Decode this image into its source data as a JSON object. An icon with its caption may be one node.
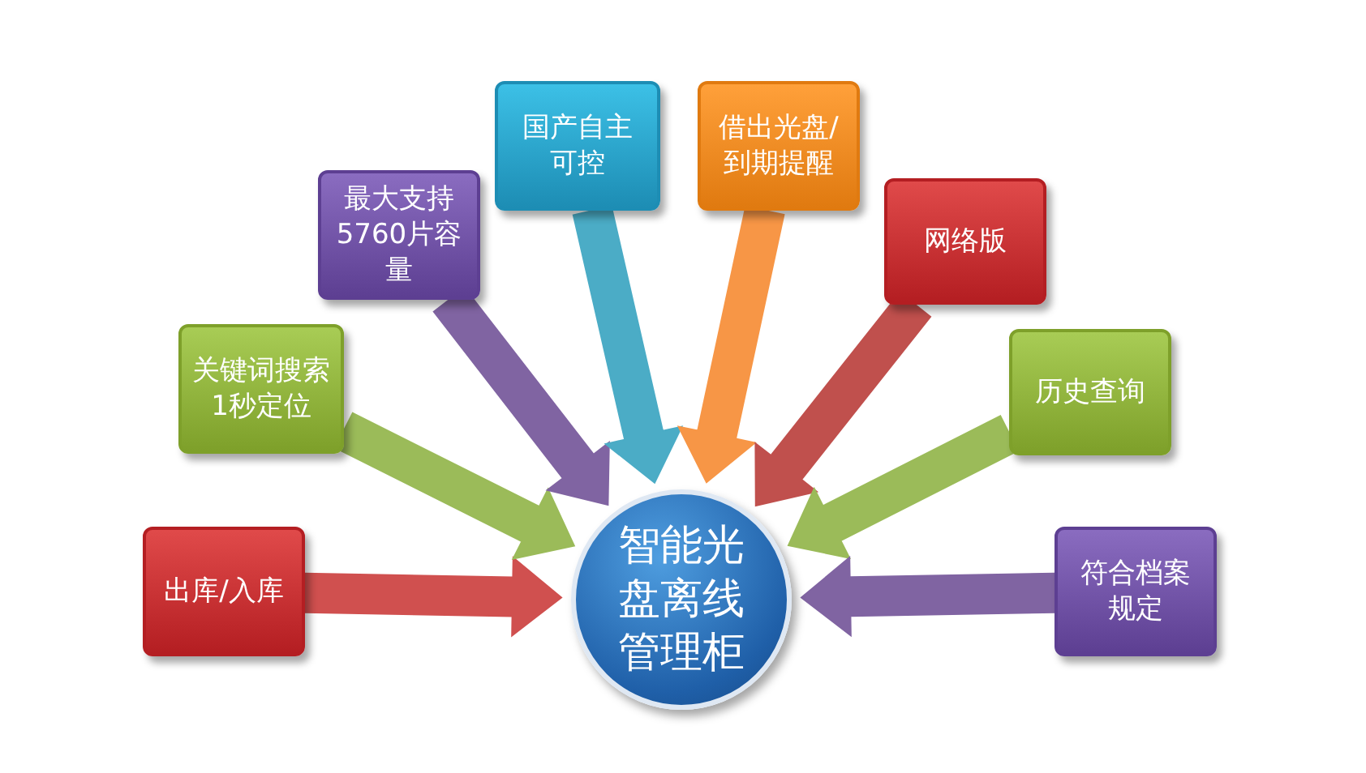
{
  "diagram": {
    "nodes": [
      {
        "text": [
          "智能光盘离线管理柜"
        ]
      },
      {
        "text": [
          "出库/入库"
        ]
      },
      {
        "text": [
          "关键词搜索",
          "1秒定位"
        ]
      },
      {
        "text": [
          "最大支持5760片容量"
        ]
      },
      {
        "text": [
          "国产自主可控"
        ]
      },
      {
        "text": [
          "借出光盘/到期提醒"
        ]
      },
      {
        "text": [
          "网络版"
        ]
      },
      {
        "text": [
          "历史查询"
        ]
      },
      {
        "text": [
          "符合档案规定"
        ]
      }
    ],
    "edges": [
      {
        "from": 1,
        "to": 0,
        "arrow": "to",
        "color": "#d0504f"
      },
      {
        "from": 2,
        "to": 0,
        "arrow": "to",
        "color": "#9bbb59"
      },
      {
        "from": 3,
        "to": 0,
        "arrow": "to",
        "color": "#8064a2"
      },
      {
        "from": 4,
        "to": 0,
        "arrow": "to",
        "color": "#4bacc6"
      },
      {
        "from": 5,
        "to": 0,
        "arrow": "to",
        "color": "#f79646"
      },
      {
        "from": 6,
        "to": 0,
        "arrow": "to",
        "color": "#c0504d"
      },
      {
        "from": 7,
        "to": 0,
        "arrow": "to",
        "color": "#9bbb59"
      },
      {
        "from": 8,
        "to": 0,
        "arrow": "to",
        "color": "#8064a2"
      }
    ]
  }
}
